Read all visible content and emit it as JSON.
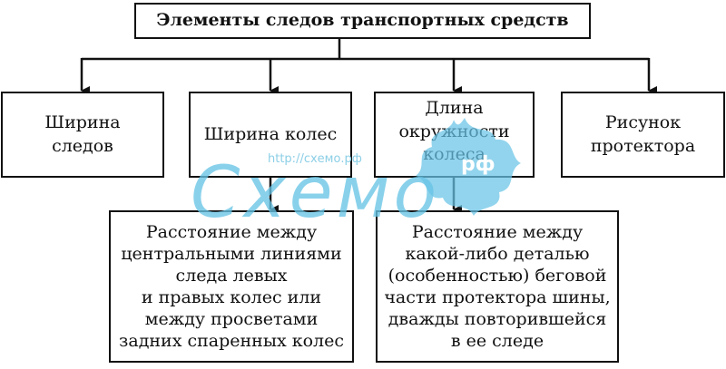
{
  "title": "Элементы следов транспортных средств",
  "level2": [
    "Ширина\nследов",
    "Ширина колес",
    "Длина\nокружности\nколеса",
    "Рисунок\nпротектора"
  ],
  "level3": [
    "Расстояние между\nцентральными линиями\nследа левых\nи правых колес или\nмежду просветами\nзадних спаренных колес",
    "Расстояние между\nкакой-либо деталью\n(особенностью) беговой\nчасти протектора шины,\nдважды повторившейся\nв ее следе"
  ],
  "watermark": {
    "url": "http://схемо.рф",
    "word": "Схемо",
    "badge": "рф"
  },
  "colors": {
    "line": "#111111",
    "watermark": "#68c4e6"
  }
}
